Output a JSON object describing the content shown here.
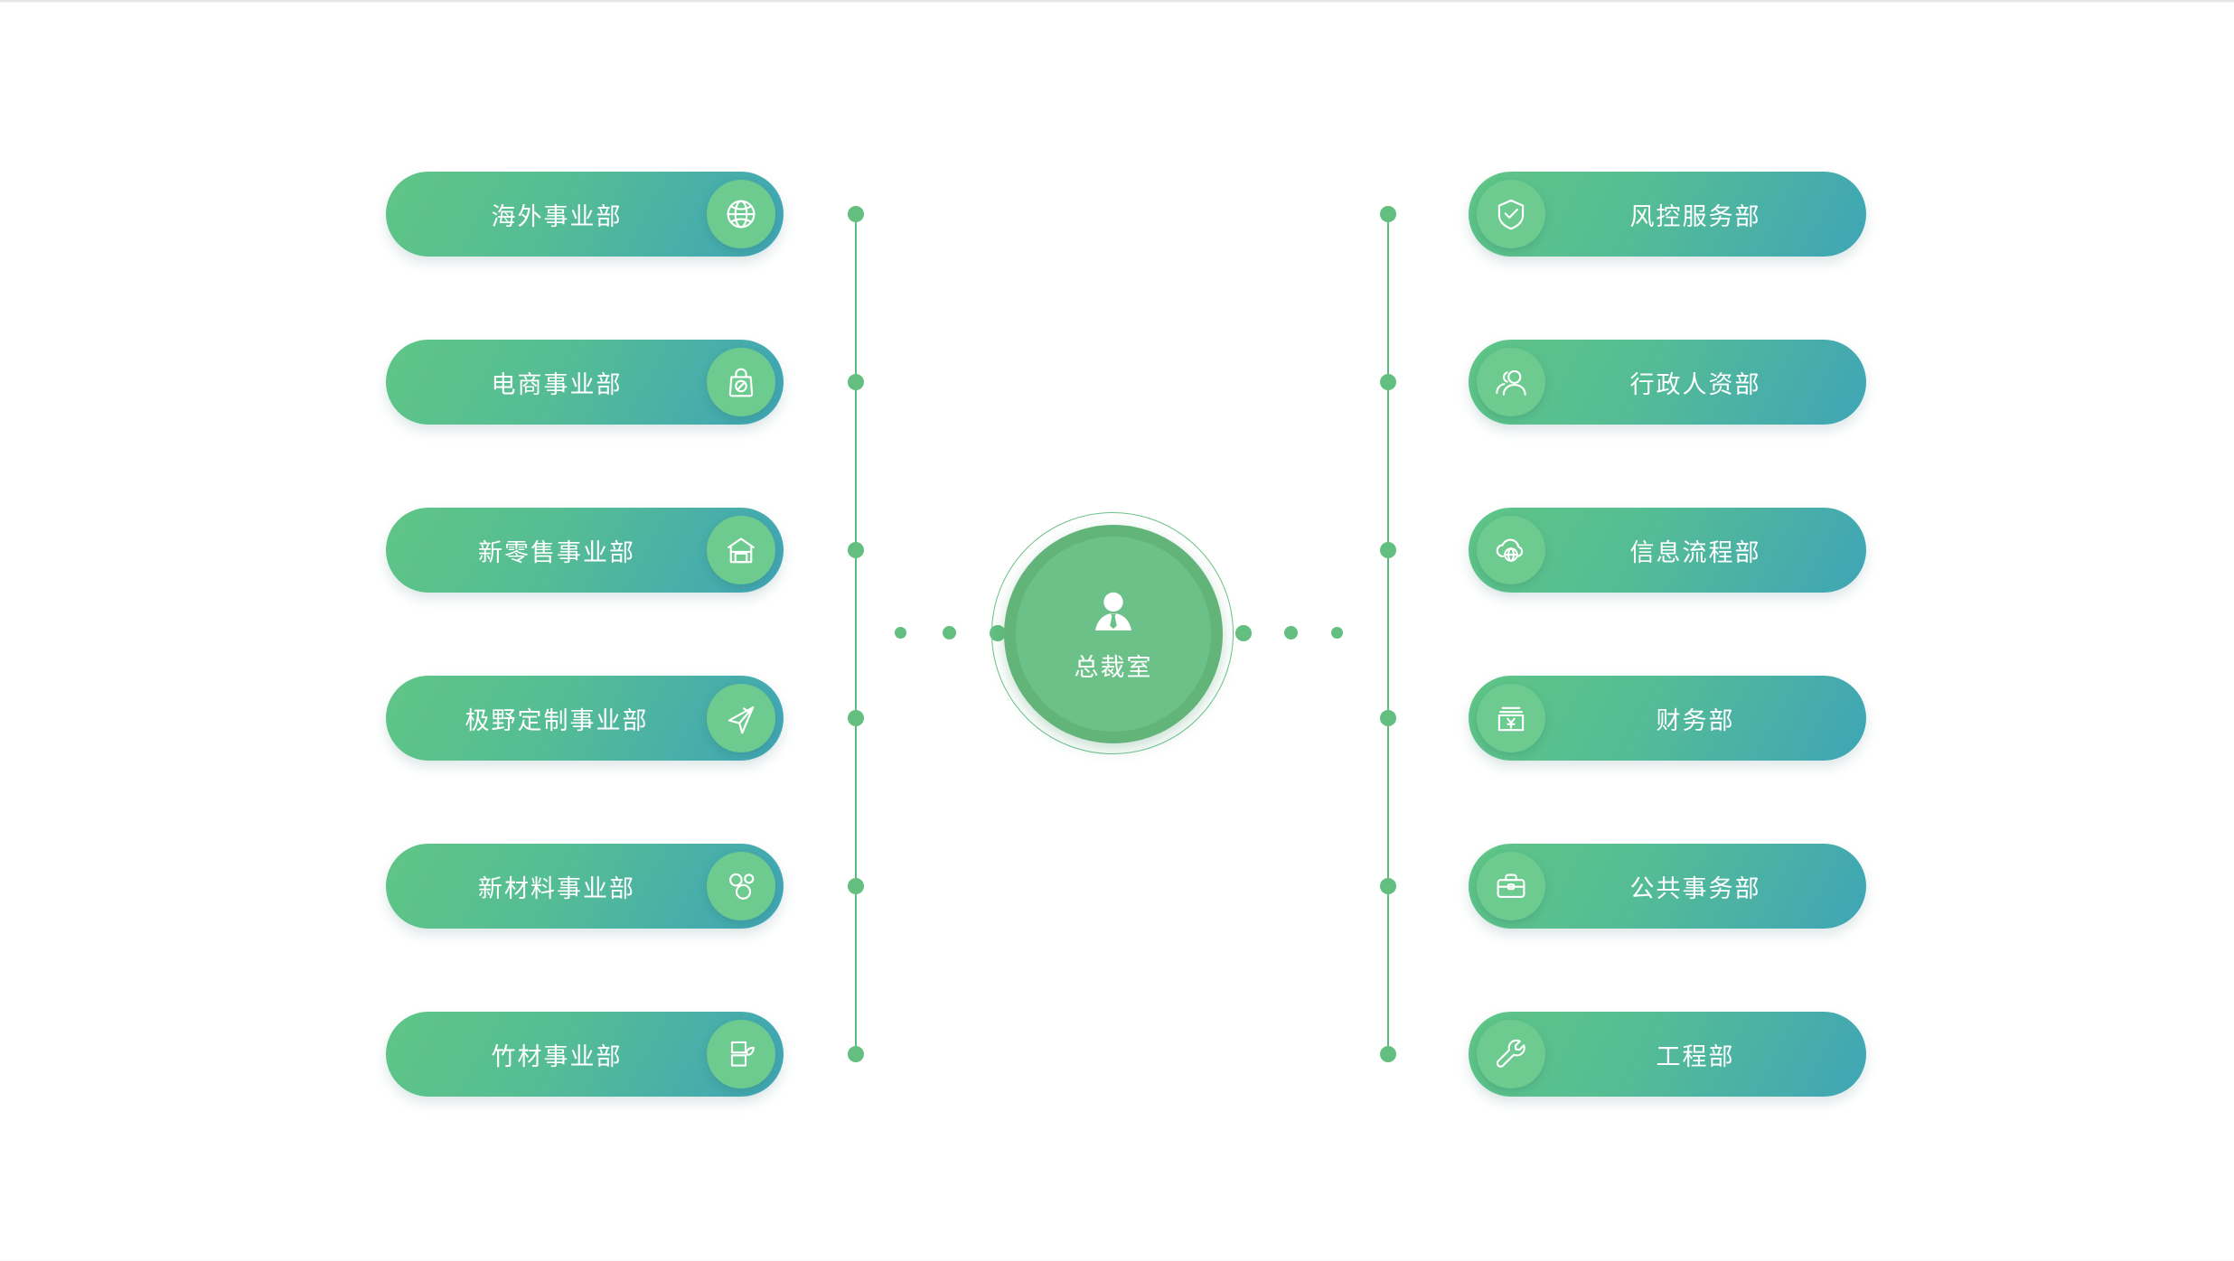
{
  "diagram": {
    "title_center": "总裁室",
    "center_icon": "executive-person-icon",
    "accent_green": "#62bf7f",
    "pill_gradient_from": "#5fc585",
    "pill_gradient_to": "#3fa5b6",
    "badge_green": "#6ecb90",
    "hub_ring_green": "#63b478",
    "hub_core_green": "#6bc187"
  },
  "left_branches": [
    {
      "label": "海外事业部",
      "icon": "globe-icon"
    },
    {
      "label": "电商事业部",
      "icon": "shopping-bag-icon"
    },
    {
      "label": "新零售事业部",
      "icon": "storefront-icon"
    },
    {
      "label": "极野定制事业部",
      "icon": "paper-plane-icon"
    },
    {
      "label": "新材料事业部",
      "icon": "molecule-icon"
    },
    {
      "label": "竹材事业部",
      "icon": "bamboo-icon"
    }
  ],
  "right_branches": [
    {
      "label": "风控服务部",
      "icon": "shield-check-icon"
    },
    {
      "label": "行政人资部",
      "icon": "users-icon"
    },
    {
      "label": "信息流程部",
      "icon": "cloud-globe-icon"
    },
    {
      "label": "财务部",
      "icon": "cash-box-icon"
    },
    {
      "label": "公共事务部",
      "icon": "briefcase-icon"
    },
    {
      "label": "工程部",
      "icon": "wrench-icon"
    }
  ]
}
